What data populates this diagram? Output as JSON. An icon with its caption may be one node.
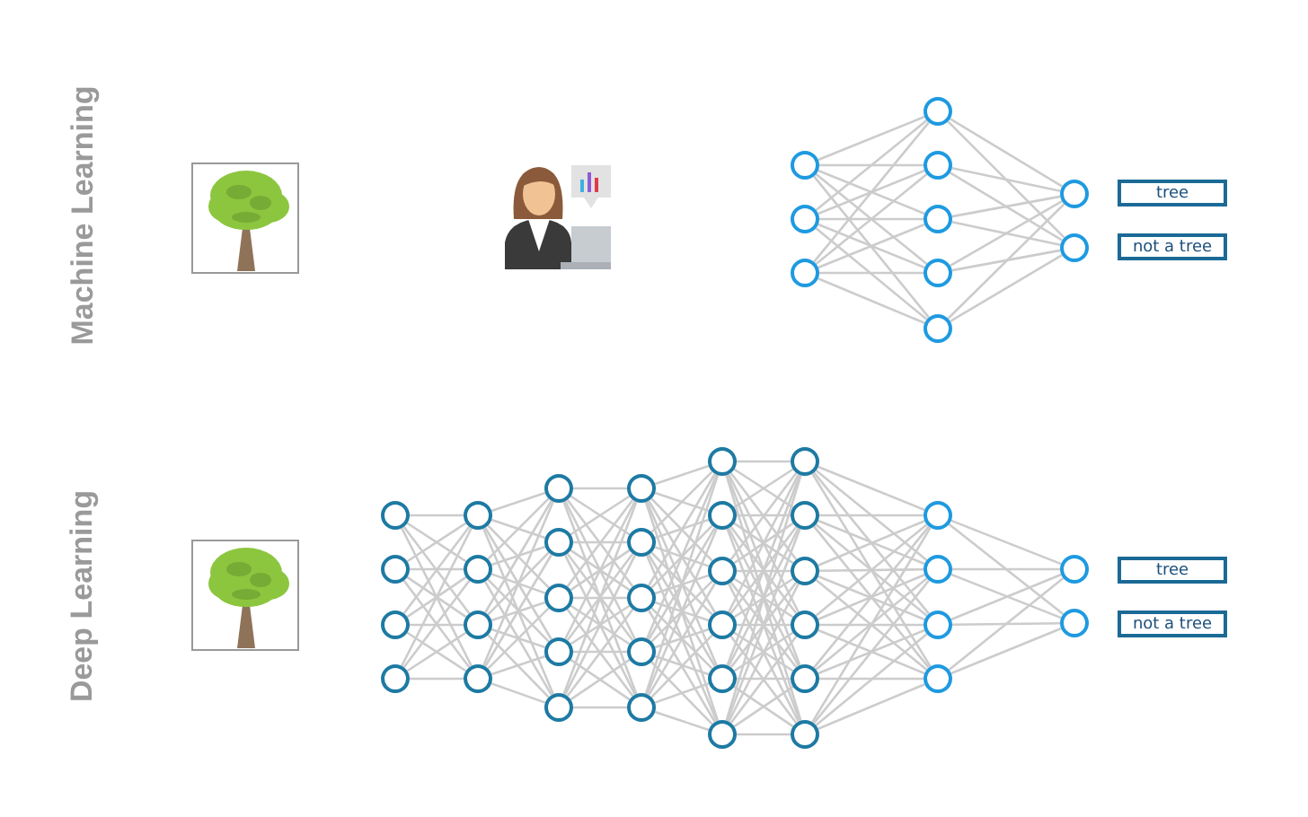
{
  "diagram": {
    "nodes": [
      {
        "text": [],
        "shape": "circle"
      },
      {
        "text": [],
        "shape": "circle"
      },
      {
        "text": [],
        "shape": "circle"
      },
      {
        "text": [],
        "shape": "circle"
      },
      {
        "text": [],
        "shape": "circle"
      },
      {
        "text": [],
        "shape": "circle"
      },
      {
        "text": [],
        "shape": "circle"
      },
      {
        "text": [],
        "shape": "circle"
      },
      {
        "text": [],
        "shape": "circle"
      },
      {
        "text": [],
        "shape": "circle"
      },
      {
        "text": [
          "tree"
        ]
      },
      {
        "text": [
          "not a tree"
        ]
      },
      {
        "text": [],
        "shape": "circle"
      },
      {
        "text": [],
        "shape": "circle"
      },
      {
        "text": [],
        "shape": "circle"
      },
      {
        "text": [],
        "shape": "circle"
      },
      {
        "text": [],
        "shape": "circle"
      },
      {
        "text": [],
        "shape": "circle"
      },
      {
        "text": [],
        "shape": "circle"
      },
      {
        "text": [],
        "shape": "circle"
      },
      {
        "text": [],
        "shape": "circle"
      },
      {
        "text": [],
        "shape": "circle"
      },
      {
        "text": [],
        "shape": "circle"
      },
      {
        "text": [],
        "shape": "circle"
      },
      {
        "text": [],
        "shape": "circle"
      },
      {
        "text": [],
        "shape": "circle"
      },
      {
        "text": [],
        "shape": "circle"
      },
      {
        "text": [],
        "shape": "circle"
      },
      {
        "text": [],
        "shape": "circle"
      },
      {
        "text": [],
        "shape": "circle"
      },
      {
        "text": [],
        "shape": "circle"
      },
      {
        "text": [],
        "shape": "circle"
      },
      {
        "text": [],
        "shape": "circle"
      },
      {
        "text": [],
        "shape": "circle"
      },
      {
        "text": [],
        "shape": "circle"
      },
      {
        "text": [],
        "shape": "circle"
      },
      {
        "text": [],
        "shape": "circle"
      },
      {
        "text": [],
        "shape": "circle"
      },
      {
        "text": [],
        "shape": "circle"
      },
      {
        "text": [],
        "shape": "circle"
      },
      {
        "text": [],
        "shape": "circle"
      },
      {
        "text": [],
        "shape": "circle"
      },
      {
        "text": [],
        "shape": "circle"
      },
      {
        "text": [],
        "shape": "circle"
      },
      {
        "text": [],
        "shape": "circle"
      },
      {
        "text": [],
        "shape": "circle"
      },
      {
        "text": [],
        "shape": "circle"
      },
      {
        "text": [],
        "shape": "circle"
      },
      {
        "text": [
          "tree"
        ]
      },
      {
        "text": [
          "not a tree"
        ]
      }
    ],
    "edges": [
      {
        "from": 0,
        "to": 3,
        "arrow": "none"
      },
      {
        "from": 0,
        "to": 4,
        "arrow": "none"
      },
      {
        "from": 0,
        "to": 5,
        "arrow": "none"
      },
      {
        "from": 0,
        "to": 6,
        "arrow": "none"
      },
      {
        "from": 0,
        "to": 7,
        "arrow": "none"
      },
      {
        "from": 1,
        "to": 3,
        "arrow": "none"
      },
      {
        "from": 1,
        "to": 4,
        "arrow": "none"
      },
      {
        "from": 1,
        "to": 5,
        "arrow": "none"
      },
      {
        "from": 1,
        "to": 6,
        "arrow": "none"
      },
      {
        "from": 1,
        "to": 7,
        "arrow": "none"
      },
      {
        "from": 2,
        "to": 3,
        "arrow": "none"
      },
      {
        "from": 2,
        "to": 4,
        "arrow": "none"
      },
      {
        "from": 2,
        "to": 5,
        "arrow": "none"
      },
      {
        "from": 2,
        "to": 6,
        "arrow": "none"
      },
      {
        "from": 2,
        "to": 7,
        "arrow": "none"
      },
      {
        "from": 3,
        "to": 8,
        "arrow": "none"
      },
      {
        "from": 3,
        "to": 9,
        "arrow": "none"
      },
      {
        "from": 4,
        "to": 8,
        "arrow": "none"
      },
      {
        "from": 4,
        "to": 9,
        "arrow": "none"
      },
      {
        "from": 5,
        "to": 8,
        "arrow": "none"
      },
      {
        "from": 5,
        "to": 9,
        "arrow": "none"
      },
      {
        "from": 6,
        "to": 8,
        "arrow": "none"
      },
      {
        "from": 6,
        "to": 9,
        "arrow": "none"
      },
      {
        "from": 7,
        "to": 8,
        "arrow": "none"
      },
      {
        "from": 7,
        "to": 9,
        "arrow": "none"
      },
      {
        "from": 12,
        "to": 16,
        "arrow": "none"
      },
      {
        "from": 12,
        "to": 17,
        "arrow": "none"
      },
      {
        "from": 12,
        "to": 18,
        "arrow": "none"
      },
      {
        "from": 12,
        "to": 19,
        "arrow": "none"
      },
      {
        "from": 13,
        "to": 16,
        "arrow": "none"
      },
      {
        "from": 13,
        "to": 17,
        "arrow": "none"
      },
      {
        "from": 13,
        "to": 18,
        "arrow": "none"
      },
      {
        "from": 13,
        "to": 19,
        "arrow": "none"
      },
      {
        "from": 14,
        "to": 16,
        "arrow": "none"
      },
      {
        "from": 14,
        "to": 17,
        "arrow": "none"
      },
      {
        "from": 14,
        "to": 18,
        "arrow": "none"
      },
      {
        "from": 14,
        "to": 19,
        "arrow": "none"
      },
      {
        "from": 15,
        "to": 16,
        "arrow": "none"
      },
      {
        "from": 15,
        "to": 17,
        "arrow": "none"
      },
      {
        "from": 15,
        "to": 18,
        "arrow": "none"
      },
      {
        "from": 15,
        "to": 19,
        "arrow": "none"
      },
      {
        "from": 16,
        "to": 20,
        "arrow": "none"
      },
      {
        "from": 16,
        "to": 21,
        "arrow": "none"
      },
      {
        "from": 16,
        "to": 22,
        "arrow": "none"
      },
      {
        "from": 16,
        "to": 23,
        "arrow": "none"
      },
      {
        "from": 16,
        "to": 24,
        "arrow": "none"
      },
      {
        "from": 17,
        "to": 20,
        "arrow": "none"
      },
      {
        "from": 17,
        "to": 21,
        "arrow": "none"
      },
      {
        "from": 17,
        "to": 22,
        "arrow": "none"
      },
      {
        "from": 17,
        "to": 23,
        "arrow": "none"
      },
      {
        "from": 17,
        "to": 24,
        "arrow": "none"
      },
      {
        "from": 18,
        "to": 20,
        "arrow": "none"
      },
      {
        "from": 18,
        "to": 21,
        "arrow": "none"
      },
      {
        "from": 18,
        "to": 22,
        "arrow": "none"
      },
      {
        "from": 18,
        "to": 23,
        "arrow": "none"
      },
      {
        "from": 18,
        "to": 24,
        "arrow": "none"
      },
      {
        "from": 19,
        "to": 20,
        "arrow": "none"
      },
      {
        "from": 19,
        "to": 21,
        "arrow": "none"
      },
      {
        "from": 19,
        "to": 22,
        "arrow": "none"
      },
      {
        "from": 19,
        "to": 23,
        "arrow": "none"
      },
      {
        "from": 19,
        "to": 24,
        "arrow": "none"
      },
      {
        "from": 20,
        "to": 25,
        "arrow": "none"
      },
      {
        "from": 20,
        "to": 26,
        "arrow": "none"
      },
      {
        "from": 20,
        "to": 27,
        "arrow": "none"
      },
      {
        "from": 20,
        "to": 28,
        "arrow": "none"
      },
      {
        "from": 20,
        "to": 29,
        "arrow": "none"
      },
      {
        "from": 21,
        "to": 25,
        "arrow": "none"
      },
      {
        "from": 21,
        "to": 26,
        "arrow": "none"
      },
      {
        "from": 21,
        "to": 27,
        "arrow": "none"
      },
      {
        "from": 21,
        "to": 28,
        "arrow": "none"
      },
      {
        "from": 21,
        "to": 29,
        "arrow": "none"
      },
      {
        "from": 22,
        "to": 25,
        "arrow": "none"
      },
      {
        "from": 22,
        "to": 26,
        "arrow": "none"
      },
      {
        "from": 22,
        "to": 27,
        "arrow": "none"
      },
      {
        "from": 22,
        "to": 28,
        "arrow": "none"
      },
      {
        "from": 22,
        "to": 29,
        "arrow": "none"
      },
      {
        "from": 23,
        "to": 25,
        "arrow": "none"
      },
      {
        "from": 23,
        "to": 26,
        "arrow": "none"
      },
      {
        "from": 23,
        "to": 27,
        "arrow": "none"
      },
      {
        "from": 23,
        "to": 28,
        "arrow": "none"
      },
      {
        "from": 23,
        "to": 29,
        "arrow": "none"
      },
      {
        "from": 24,
        "to": 25,
        "arrow": "none"
      },
      {
        "from": 24,
        "to": 26,
        "arrow": "none"
      },
      {
        "from": 24,
        "to": 27,
        "arrow": "none"
      },
      {
        "from": 24,
        "to": 28,
        "arrow": "none"
      },
      {
        "from": 24,
        "to": 29,
        "arrow": "none"
      },
      {
        "from": 25,
        "to": 30,
        "arrow": "none"
      },
      {
        "from": 25,
        "to": 31,
        "arrow": "none"
      },
      {
        "from": 25,
        "to": 32,
        "arrow": "none"
      },
      {
        "from": 25,
        "to": 33,
        "arrow": "none"
      },
      {
        "from": 25,
        "to": 34,
        "arrow": "none"
      },
      {
        "from": 25,
        "to": 35,
        "arrow": "none"
      },
      {
        "from": 26,
        "to": 30,
        "arrow": "none"
      },
      {
        "from": 26,
        "to": 31,
        "arrow": "none"
      },
      {
        "from": 26,
        "to": 32,
        "arrow": "none"
      },
      {
        "from": 26,
        "to": 33,
        "arrow": "none"
      },
      {
        "from": 26,
        "to": 34,
        "arrow": "none"
      },
      {
        "from": 26,
        "to": 35,
        "arrow": "none"
      },
      {
        "from": 27,
        "to": 30,
        "arrow": "none"
      },
      {
        "from": 27,
        "to": 31,
        "arrow": "none"
      },
      {
        "from": 27,
        "to": 32,
        "arrow": "none"
      },
      {
        "from": 27,
        "to": 33,
        "arrow": "none"
      },
      {
        "from": 27,
        "to": 34,
        "arrow": "none"
      },
      {
        "from": 27,
        "to": 35,
        "arrow": "none"
      },
      {
        "from": 28,
        "to": 30,
        "arrow": "none"
      },
      {
        "from": 28,
        "to": 31,
        "arrow": "none"
      },
      {
        "from": 28,
        "to": 32,
        "arrow": "none"
      },
      {
        "from": 28,
        "to": 33,
        "arrow": "none"
      },
      {
        "from": 28,
        "to": 34,
        "arrow": "none"
      },
      {
        "from": 28,
        "to": 35,
        "arrow": "none"
      },
      {
        "from": 29,
        "to": 30,
        "arrow": "none"
      },
      {
        "from": 29,
        "to": 31,
        "arrow": "none"
      },
      {
        "from": 29,
        "to": 32,
        "arrow": "none"
      },
      {
        "from": 29,
        "to": 33,
        "arrow": "none"
      },
      {
        "from": 29,
        "to": 34,
        "arrow": "none"
      },
      {
        "from": 29,
        "to": 35,
        "arrow": "none"
      },
      {
        "from": 30,
        "to": 36,
        "arrow": "none"
      },
      {
        "from": 30,
        "to": 37,
        "arrow": "none"
      },
      {
        "from": 30,
        "to": 38,
        "arrow": "none"
      },
      {
        "from": 30,
        "to": 39,
        "arrow": "none"
      },
      {
        "from": 30,
        "to": 40,
        "arrow": "none"
      },
      {
        "from": 30,
        "to": 41,
        "arrow": "none"
      },
      {
        "from": 31,
        "to": 36,
        "arrow": "none"
      },
      {
        "from": 31,
        "to": 37,
        "arrow": "none"
      },
      {
        "from": 31,
        "to": 38,
        "arrow": "none"
      },
      {
        "from": 31,
        "to": 39,
        "arrow": "none"
      },
      {
        "from": 31,
        "to": 40,
        "arrow": "none"
      },
      {
        "from": 31,
        "to": 41,
        "arrow": "none"
      },
      {
        "from": 32,
        "to": 36,
        "arrow": "none"
      },
      {
        "from": 32,
        "to": 37,
        "arrow": "none"
      },
      {
        "from": 32,
        "to": 38,
        "arrow": "none"
      },
      {
        "from": 32,
        "to": 39,
        "arrow": "none"
      },
      {
        "from": 32,
        "to": 40,
        "arrow": "none"
      },
      {
        "from": 32,
        "to": 41,
        "arrow": "none"
      },
      {
        "from": 33,
        "to": 36,
        "arrow": "none"
      },
      {
        "from": 33,
        "to": 37,
        "arrow": "none"
      },
      {
        "from": 33,
        "to": 38,
        "arrow": "none"
      },
      {
        "from": 33,
        "to": 39,
        "arrow": "none"
      },
      {
        "from": 33,
        "to": 40,
        "arrow": "none"
      },
      {
        "from": 33,
        "to": 41,
        "arrow": "none"
      },
      {
        "from": 34,
        "to": 36,
        "arrow": "none"
      },
      {
        "from": 34,
        "to": 37,
        "arrow": "none"
      },
      {
        "from": 34,
        "to": 38,
        "arrow": "none"
      },
      {
        "from": 34,
        "to": 39,
        "arrow": "none"
      },
      {
        "from": 34,
        "to": 40,
        "arrow": "none"
      },
      {
        "from": 34,
        "to": 41,
        "arrow": "none"
      },
      {
        "from": 35,
        "to": 36,
        "arrow": "none"
      },
      {
        "from": 35,
        "to": 37,
        "arrow": "none"
      },
      {
        "from": 35,
        "to": 38,
        "arrow": "none"
      },
      {
        "from": 35,
        "to": 39,
        "arrow": "none"
      },
      {
        "from": 35,
        "to": 40,
        "arrow": "none"
      },
      {
        "from": 35,
        "to": 41,
        "arrow": "none"
      },
      {
        "from": 36,
        "to": 42,
        "arrow": "none"
      },
      {
        "from": 36,
        "to": 43,
        "arrow": "none"
      },
      {
        "from": 36,
        "to": 44,
        "arrow": "none"
      },
      {
        "from": 36,
        "to": 45,
        "arrow": "none"
      },
      {
        "from": 37,
        "to": 42,
        "arrow": "none"
      },
      {
        "from": 37,
        "to": 43,
        "arrow": "none"
      },
      {
        "from": 37,
        "to": 44,
        "arrow": "none"
      },
      {
        "from": 37,
        "to": 45,
        "arrow": "none"
      },
      {
        "from": 38,
        "to": 42,
        "arrow": "none"
      },
      {
        "from": 38,
        "to": 43,
        "arrow": "none"
      },
      {
        "from": 38,
        "to": 44,
        "arrow": "none"
      },
      {
        "from": 38,
        "to": 45,
        "arrow": "none"
      },
      {
        "from": 39,
        "to": 42,
        "arrow": "none"
      },
      {
        "from": 39,
        "to": 43,
        "arrow": "none"
      },
      {
        "from": 39,
        "to": 44,
        "arrow": "none"
      },
      {
        "from": 39,
        "to": 45,
        "arrow": "none"
      },
      {
        "from": 40,
        "to": 42,
        "arrow": "none"
      },
      {
        "from": 40,
        "to": 43,
        "arrow": "none"
      },
      {
        "from": 40,
        "to": 44,
        "arrow": "none"
      },
      {
        "from": 40,
        "to": 45,
        "arrow": "none"
      },
      {
        "from": 41,
        "to": 42,
        "arrow": "none"
      },
      {
        "from": 41,
        "to": 43,
        "arrow": "none"
      },
      {
        "from": 41,
        "to": 44,
        "arrow": "none"
      },
      {
        "from": 41,
        "to": 45,
        "arrow": "none"
      },
      {
        "from": 42,
        "to": 46,
        "arrow": "none"
      },
      {
        "from": 42,
        "to": 47,
        "arrow": "none"
      },
      {
        "from": 43,
        "to": 46,
        "arrow": "none"
      },
      {
        "from": 43,
        "to": 47,
        "arrow": "none"
      },
      {
        "from": 44,
        "to": 46,
        "arrow": "none"
      },
      {
        "from": 44,
        "to": 47,
        "arrow": "none"
      },
      {
        "from": 45,
        "to": 46,
        "arrow": "none"
      },
      {
        "from": 45,
        "to": 47,
        "arrow": "none"
      }
    ],
    "labels": [
      "Machine Learning",
      "Deep Learning"
    ]
  }
}
